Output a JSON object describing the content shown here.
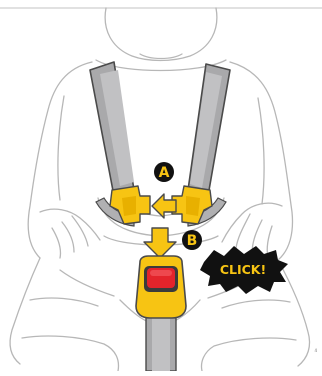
{
  "steps": {
    "a": {
      "badge": "A"
    },
    "b": {
      "badge": "B"
    }
  },
  "callout": {
    "text": "CLICK!"
  },
  "page_marker": "4",
  "colors": {
    "strap": "#a9a9ab",
    "strap_edge": "#4a4a4a",
    "buckle_yellow": "#f7c413",
    "buckle_red": "#e3242b",
    "arrow_yellow": "#f7c413",
    "badge_fill": "#111111",
    "click_burst": "#111111",
    "click_text": "#f7c413",
    "outline": "#b5b5b5"
  },
  "icons": [
    "arrow-left-icon",
    "arrow-down-icon",
    "click-burst-icon",
    "buckle-icon"
  ]
}
